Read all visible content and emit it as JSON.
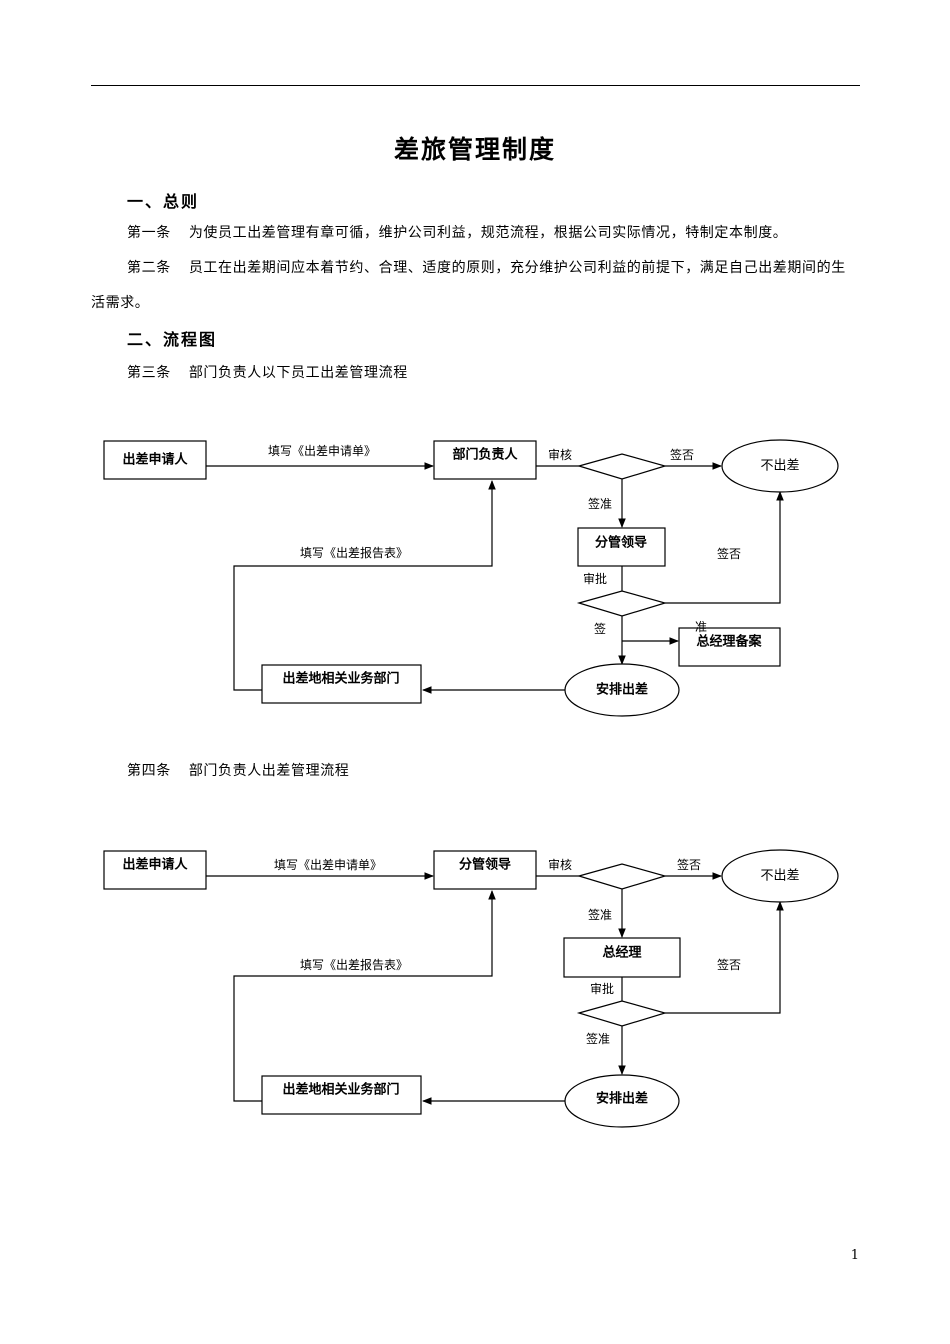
{
  "document": {
    "title": "差旅管理制度",
    "page_number": "1"
  },
  "sections": [
    {
      "heading": "一、总则",
      "paragraphs": [
        {
          "num": "第一条",
          "text": "为使员工出差管理有章可循，维护公司利益，规范流程，根据公司实际情况，特制定本制度。"
        },
        {
          "num": "第二条",
          "text": "员工在出差期间应本着节约、合理、适度的原则，充分维护公司利益的前提下，满足自己出差期间的生活需求。"
        }
      ]
    },
    {
      "heading": "二、流程图"
    }
  ],
  "flowcharts": [
    {
      "caption_num": "第三条",
      "caption": "部门负责人以下员工出差管理流程",
      "nodes": {
        "applicant": "出差申请人",
        "reviewer": "部门负责人",
        "no_trip": "不出差",
        "approver": "分管领导",
        "gm_record": "总经理备案",
        "arrange": "安排出差",
        "local_dept": "出差地相关业务部门"
      },
      "labels": {
        "fill_application": "填写《出差申请单》",
        "review": "审核",
        "reject_top": "签否",
        "approve": "签准",
        "fill_report": "填写《出差报告表》",
        "reject_right": "签否",
        "examine": "审批",
        "approve_split_left": "签",
        "approve_split_right": "准"
      }
    },
    {
      "caption_num": "第四条",
      "caption": "部门负责人出差管理流程",
      "nodes": {
        "applicant": "出差申请人",
        "reviewer": "分管领导",
        "no_trip": "不出差",
        "approver": "总经理",
        "arrange": "安排出差",
        "local_dept": "出差地相关业务部门"
      },
      "labels": {
        "fill_application": "填写《出差申请单》",
        "review": "审核",
        "reject_top": "签否",
        "approve": "签准",
        "fill_report": "填写《出差报告表》",
        "reject_right": "签否",
        "examine": "审批",
        "approve_bottom": "签准"
      }
    }
  ]
}
